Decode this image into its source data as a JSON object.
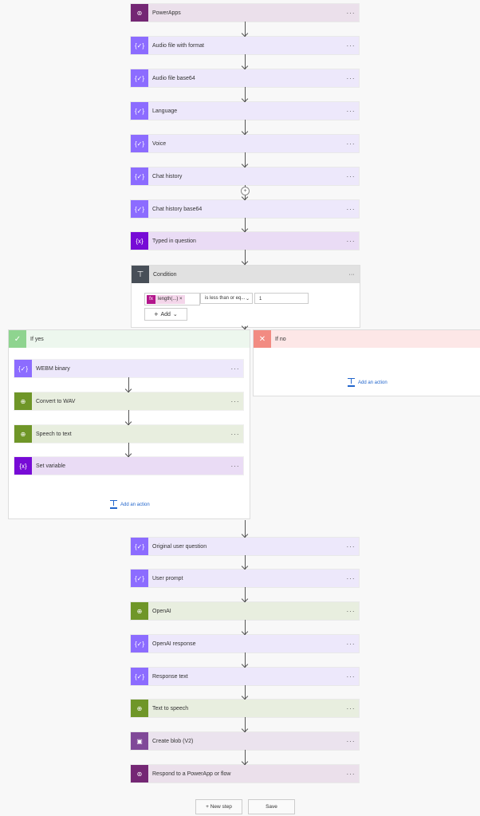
{
  "top_steps": [
    {
      "label": "PowerApps",
      "kind": "powerapps"
    },
    {
      "label": "Audio file with format",
      "kind": "variable"
    },
    {
      "label": "Audio file base64",
      "kind": "variable"
    },
    {
      "label": "Language",
      "kind": "variable"
    },
    {
      "label": "Voice",
      "kind": "variable"
    },
    {
      "label": "Chat history",
      "kind": "variable"
    },
    {
      "label": "Chat history base64",
      "kind": "variable"
    },
    {
      "label": "Typed in question",
      "kind": "setvar"
    }
  ],
  "condition": {
    "label": "Condition",
    "operand_left": "length(...)",
    "operator": "is less than or eq...",
    "operand_right": "1",
    "add_label": "Add"
  },
  "if_yes": {
    "label": "If yes",
    "steps": [
      {
        "label": "WEBM binary",
        "kind": "variable"
      },
      {
        "label": "Convert to WAV",
        "kind": "http"
      },
      {
        "label": "Speech to text",
        "kind": "http"
      },
      {
        "label": "Set variable",
        "kind": "setvar"
      }
    ],
    "add_action": "Add an action"
  },
  "if_no": {
    "label": "If no",
    "add_action": "Add an action"
  },
  "bottom_steps": [
    {
      "label": "Original user question",
      "kind": "variable"
    },
    {
      "label": "User prompt",
      "kind": "variable"
    },
    {
      "label": "OpenAI",
      "kind": "http"
    },
    {
      "label": "OpenAI response",
      "kind": "variable"
    },
    {
      "label": "Response text",
      "kind": "variable"
    },
    {
      "label": "Text to speech",
      "kind": "http"
    },
    {
      "label": "Create blob (V2)",
      "kind": "blob"
    },
    {
      "label": "Respond to a PowerApp or flow",
      "kind": "powerapps"
    }
  ],
  "more_label": "···",
  "footer": {
    "new_step": "+ New step",
    "save": "Save"
  },
  "colors": {
    "powerapps": [
      "#742774",
      "#ebe0eb"
    ],
    "variable": [
      "#8c6cff",
      "#ede8fb"
    ],
    "setvar": [
      "#770bd6",
      "#eadcf5"
    ],
    "http": [
      "#6f9628",
      "#e8eedf"
    ],
    "blob": [
      "#804998",
      "#ebe3ee"
    ],
    "condition": [
      "#484f58",
      "#e1e1e1"
    ]
  }
}
